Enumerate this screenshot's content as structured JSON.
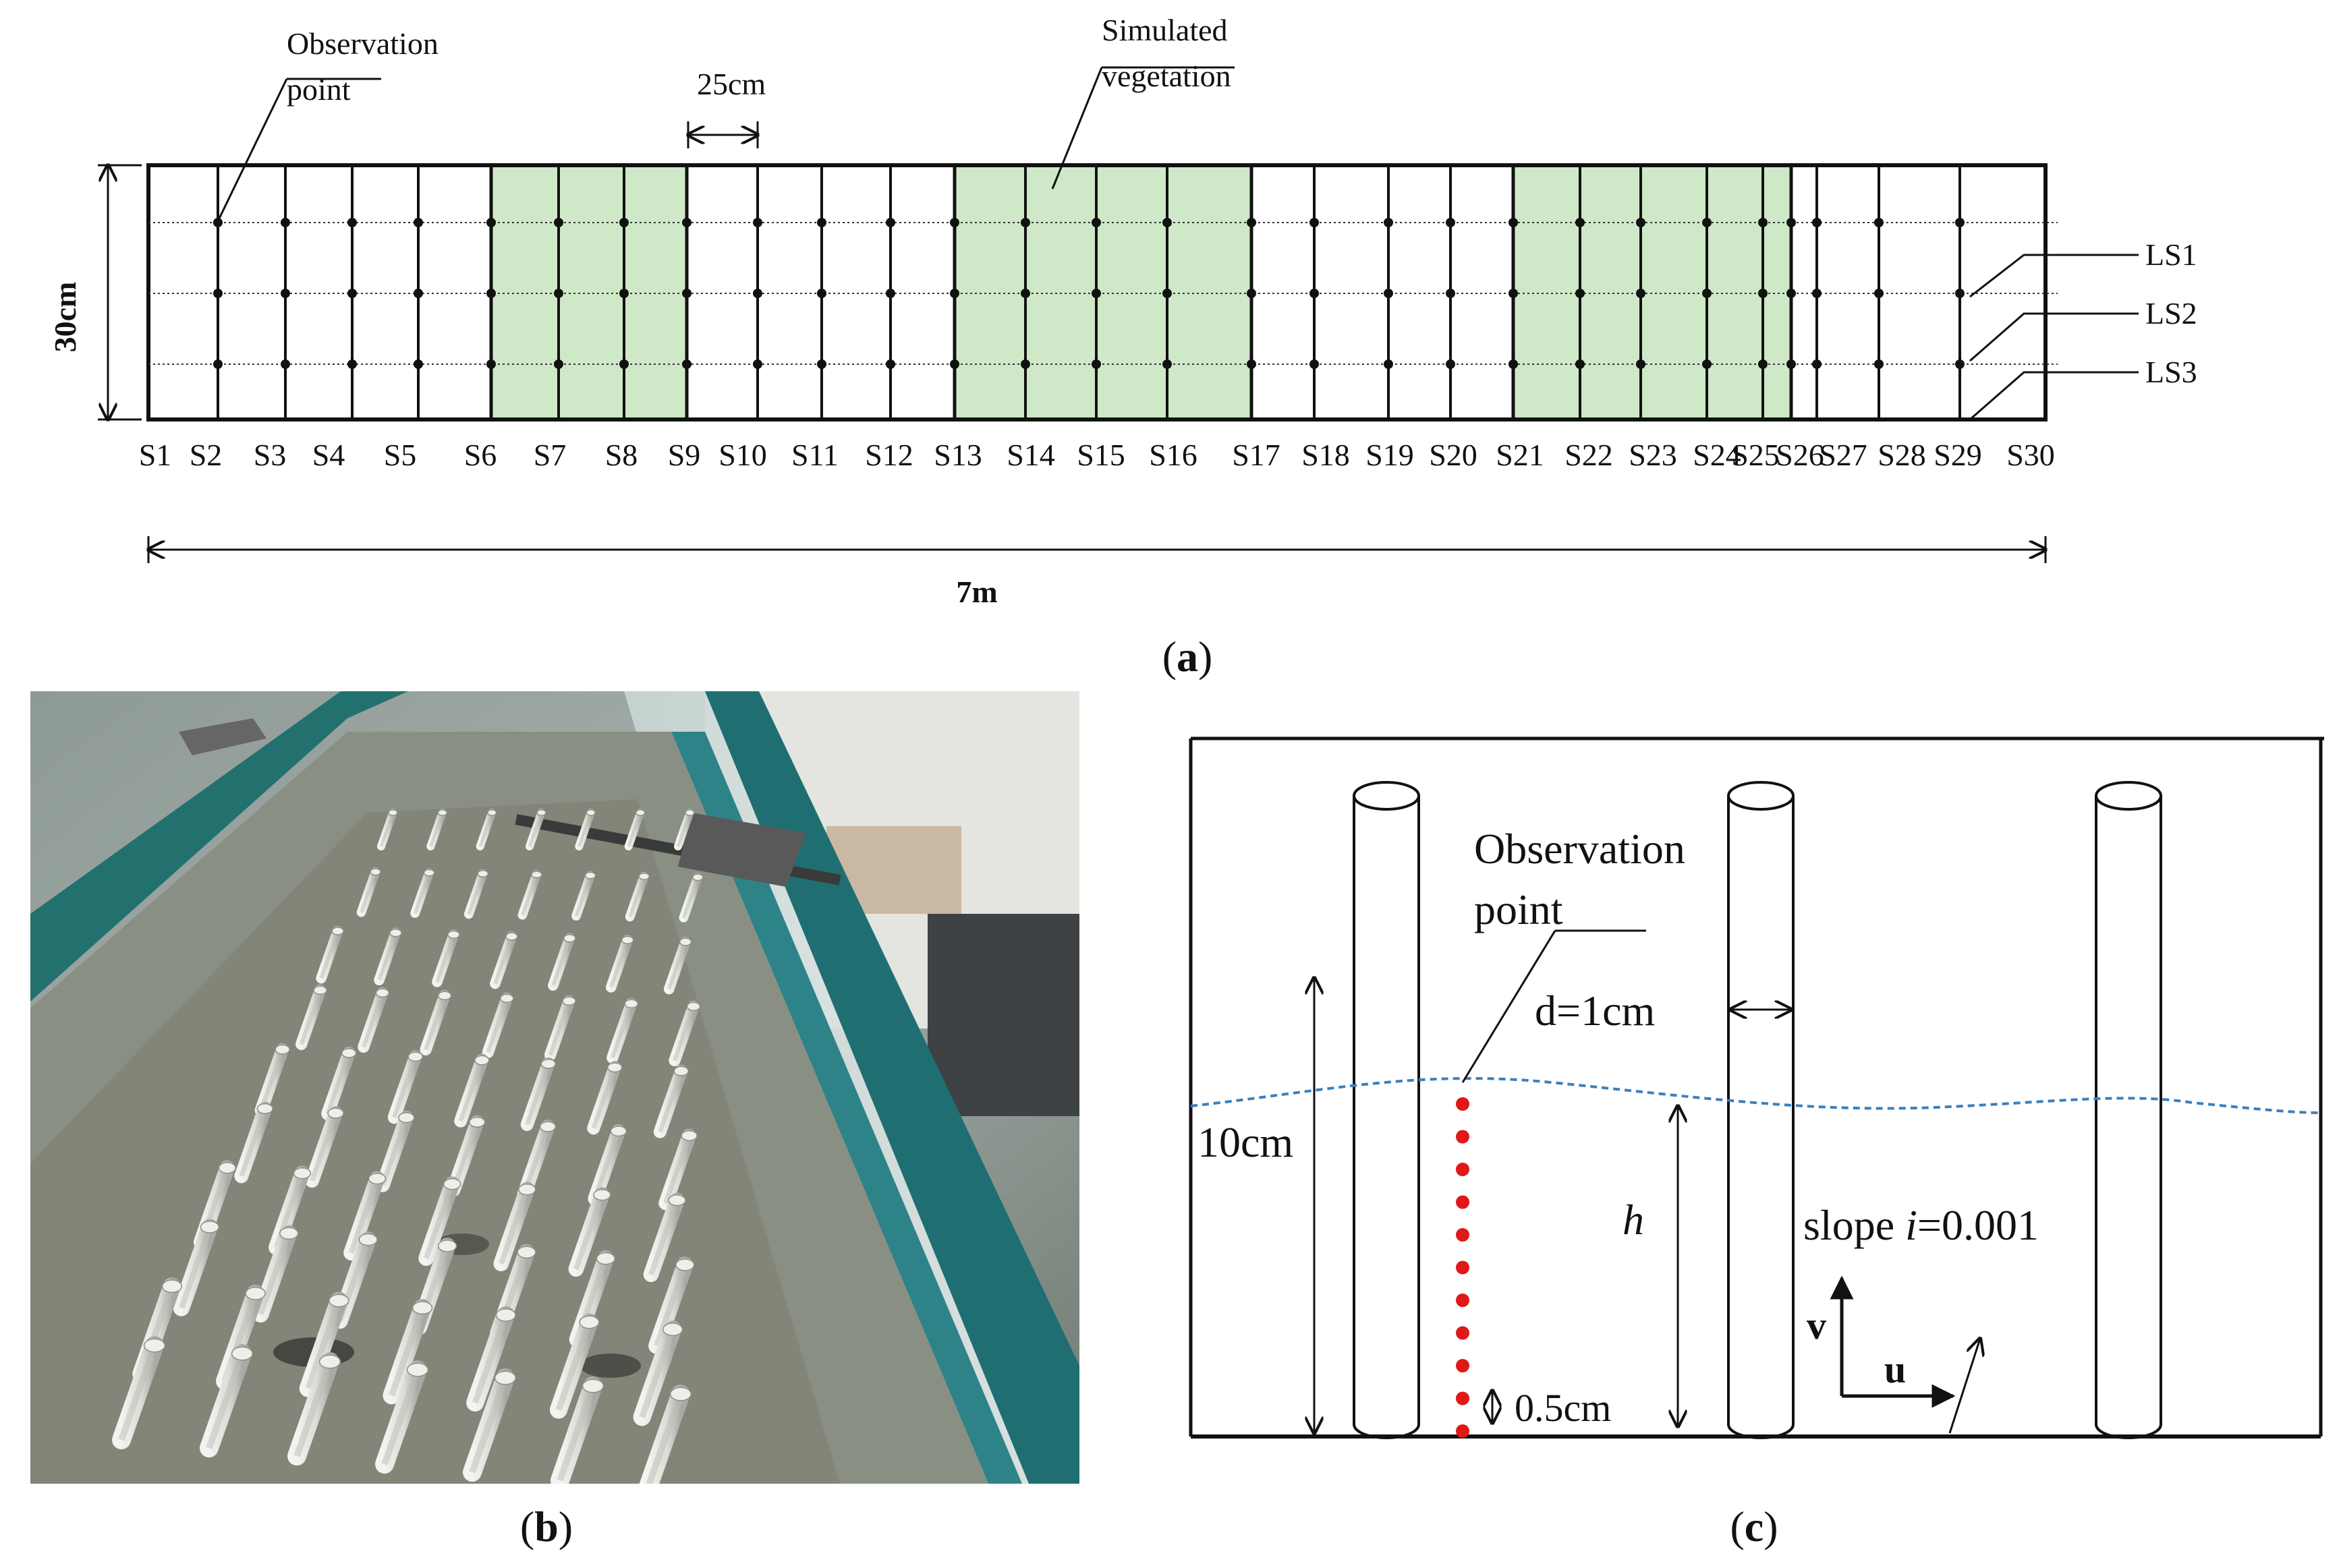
{
  "panel_a": {
    "sections": [
      "S1",
      "S2",
      "S3",
      "S4",
      "S5",
      "S6",
      "S7",
      "S8",
      "S9",
      "S10",
      "S11",
      "S12",
      "S13",
      "S14",
      "S15",
      "S16",
      "S17",
      "S18",
      "S19",
      "S20",
      "S21",
      "S22",
      "S23",
      "S24",
      "S25",
      "S26",
      "S27",
      "S28",
      "S29",
      "S30"
    ],
    "lines": [
      "LS1",
      "LS2",
      "LS3"
    ],
    "observation_label_1": "Observation",
    "observation_label_2": "point",
    "vegetation_label_1": "Simulated",
    "vegetation_label_2": "vegetation",
    "spacing_label": "25cm",
    "width_label": "30cm",
    "length_label": "7m",
    "vegetation_color": "#cfe8c8",
    "vegetation_zones": [
      [
        "S6",
        "S9"
      ],
      [
        "S13",
        "S17"
      ],
      [
        "S21",
        "S26"
      ]
    ],
    "caption_open": "(",
    "caption_letter": "a",
    "caption_close": ")"
  },
  "panel_b": {
    "description_icon": "flume-photo-vegetation-cylinders",
    "caption_open": "(",
    "caption_letter": "b",
    "caption_close": ")"
  },
  "panel_c": {
    "observation_label_1": "Observation",
    "observation_label_2": "point",
    "diameter_label": "d=1cm",
    "height_label": "10cm",
    "depth_label": "h",
    "slope_prefix": "slope ",
    "slope_var": "i",
    "slope_value": "=0.001",
    "v_label": "v",
    "u_label": "u",
    "spacing_label": "0.5cm",
    "water_color": "#3a7fc0",
    "point_color": "#e01818",
    "caption_open": "(",
    "caption_letter": "c",
    "caption_close": ")"
  }
}
